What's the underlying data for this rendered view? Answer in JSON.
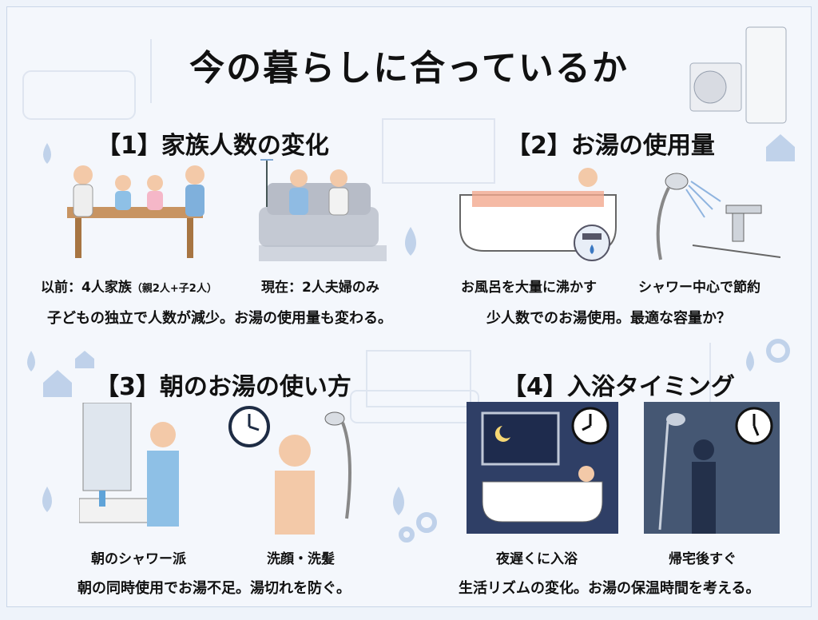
{
  "title": "今の暮らしに合っているか",
  "sections": [
    {
      "heading": "【1】家族人数の変化",
      "captions": [
        "以前：4人家族",
        "（親2人+子2人）",
        "現在：2人夫婦のみ"
      ],
      "description": "子どもの独立で人数が減少。お湯の使用量も変わる。"
    },
    {
      "heading": "【2】お湯の使用量",
      "captions": [
        "お風呂を大量に沸かす",
        "シャワー中心で節約"
      ],
      "description": "少人数でのお湯使用。最適な容量か？"
    },
    {
      "heading": "【3】朝のお湯の使い方",
      "captions": [
        "朝のシャワー派",
        "洗顔・洗髪"
      ],
      "description": "朝の同時使用でお湯不足。湯切れを防ぐ。"
    },
    {
      "heading": "【4】入浴タイミング",
      "captions": [
        "夜遅くに入浴",
        "帰宅後すぐ"
      ],
      "description": "生活リズムの変化。お湯の保温時間を考える。"
    }
  ],
  "colors": {
    "background": "#f4f7fc",
    "accent_blue": "#6f9fd6",
    "night": "#2f3f66",
    "water": "#8fb4df"
  },
  "icons": [
    "water-drop-icon",
    "house-icon",
    "gear-icon",
    "clock-icon",
    "shower-head-icon",
    "moon-icon",
    "water-meter-icon",
    "faucet-icon"
  ]
}
